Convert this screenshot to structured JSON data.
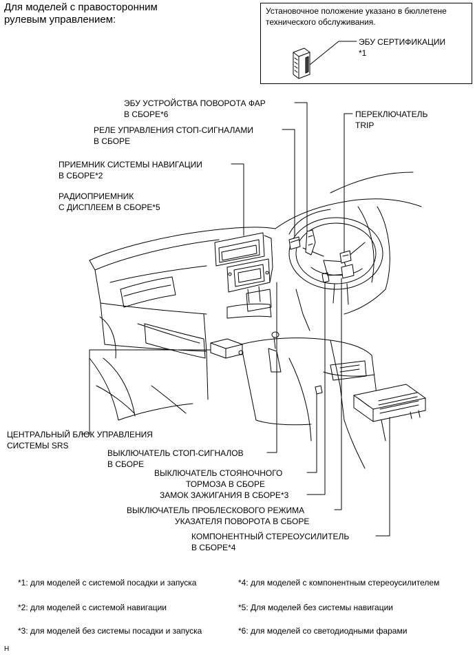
{
  "header": {
    "line1": "Для моделей с правосторонним",
    "line2": "рулевым управлением:"
  },
  "inset": {
    "note_line1": "Установочное положение указано в бюллетене",
    "note_line2": "технического обслуживания.",
    "label_line1": "ЭБУ СЕРТИФИКАЦИИ",
    "label_line2": "*1"
  },
  "labels": {
    "headlamp_swivel_ecu": {
      "line1": "ЭБУ УСТРОЙСТВА ПОВОРОТА ФАР",
      "line2": "В СБОРЕ*6"
    },
    "stop_lamp_relay": {
      "line1": "РЕЛЕ УПРАВЛЕНИЯ СТОП-СИГНАЛАМИ",
      "line2": "В СБОРЕ"
    },
    "navigation_receiver": {
      "line1": "ПРИЕМНИК СИСТЕМЫ НАВИГАЦИИ",
      "line2": "В СБОРЕ*2"
    },
    "radio_receiver": {
      "line1": "РАДИОПРИЕМНИК",
      "line2": "С ДИСПЛЕЕМ В СБОРЕ*5"
    },
    "trip_switch": {
      "line1": "ПЕРЕКЛЮЧАТЕЛЬ",
      "line2": "TRIP"
    },
    "srs_center_unit": {
      "line1": "ЦЕНТРАЛЬНЫЙ БЛОК УПРАВЛЕНИЯ",
      "line2": "СИСТЕМЫ SRS"
    },
    "stop_lamp_switch": {
      "line1": "ВЫКЛЮЧАТЕЛЬ СТОП-СИГНАЛОВ",
      "line2": "В СБОРЕ"
    },
    "parking_brake_switch": {
      "line1": "ВЫКЛЮЧАТЕЛЬ СТОЯНОЧНОГО",
      "line2": "ТОРМОЗА В СБОРЕ"
    },
    "ignition_lock": {
      "line1": "ЗАМОК ЗАЖИГАНИЯ В СБОРЕ*3"
    },
    "hazard_switch": {
      "line1": "ВЫКЛЮЧАТЕЛЬ ПРОБЛЕСКОВОГО РЕЖИМА",
      "line2": "УКАЗАТЕЛЯ ПОВОРОТА В СБОРЕ"
    },
    "stereo_amplifier": {
      "line1": "КОМПОНЕНТНЫЙ СТЕРЕОУСИЛИТЕЛЬ",
      "line2": "В СБОРЕ*4"
    }
  },
  "footnotes": [
    "*1: для моделей с системой посадки и запуска",
    "*4: для моделей с компонентным стереоусилителем",
    "*2: для моделей с системой навигации",
    "*5: Для моделей без системы навигации",
    "*3: для моделей без системы посадки и запуска",
    "*6: для моделей со светодиодными фарами"
  ],
  "corner_mark": "H"
}
